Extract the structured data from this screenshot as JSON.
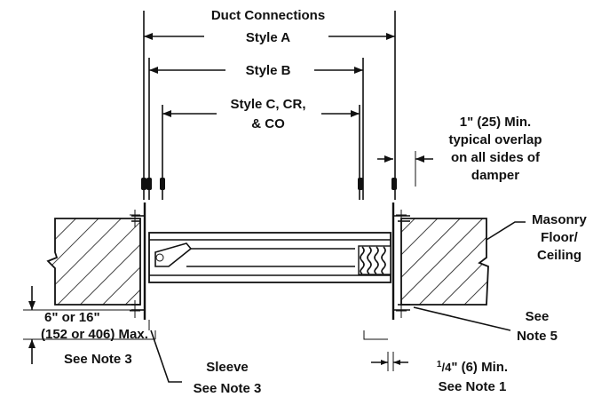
{
  "labels": {
    "duct_connections": "Duct Connections",
    "style_a": "Style A",
    "style_b": "Style B",
    "style_c_line1": "Style C, CR,",
    "style_c_line2": "& CO",
    "overlap_line1": "1\" (25) Min.",
    "overlap_line2": "typical overlap",
    "overlap_line3": "on all sides of",
    "overlap_line4": "damper",
    "masonry_line1": "Masonry",
    "masonry_line2": "Floor/",
    "masonry_line3": "Ceiling",
    "sleeve_dim_line1": "6\" or 16\"",
    "sleeve_dim_line2": "(152 or 406) Max.",
    "sleeve_dim_line3": "See Note 3",
    "sleeve_line1": "Sleeve",
    "sleeve_line2": "See Note 3",
    "note5_line1": "See",
    "note5_line2": "Note 5",
    "min_line1_num": "1",
    "min_line1_den": "/4",
    "min_line1_rest": "\" (6) Min.",
    "min_line2": "See Note 1"
  },
  "colors": {
    "ink": "#111111",
    "background": "#ffffff"
  }
}
